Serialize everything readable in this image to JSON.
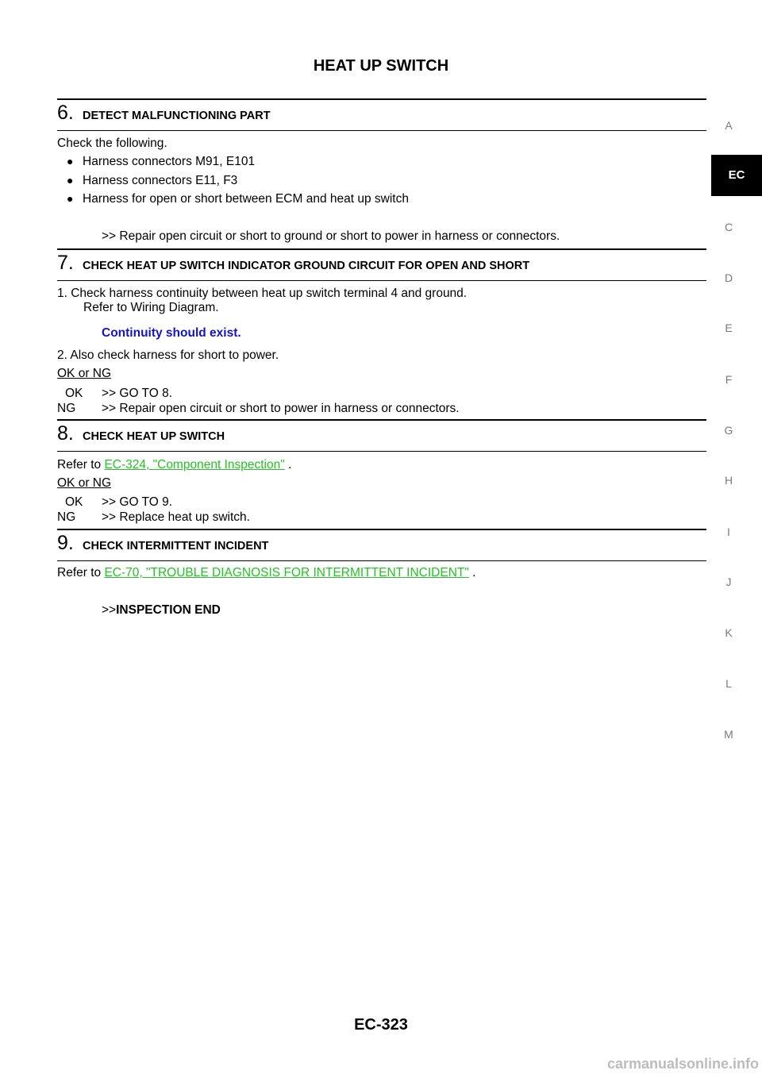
{
  "page": {
    "title": "HEAT UP SWITCH",
    "footer": "EC-323",
    "watermark": "carmanualsonline.info"
  },
  "sidebar": {
    "active": "EC",
    "letters": [
      "A",
      "C",
      "D",
      "E",
      "F",
      "G",
      "H",
      "I",
      "J",
      "K",
      "L",
      "M"
    ]
  },
  "steps": {
    "s6": {
      "num": "6.",
      "title": "DETECT MALFUNCTIONING PART",
      "intro": "Check the following.",
      "bullets": [
        "Harness connectors M91, E101",
        "Harness connectors E11, F3",
        "Harness for open or short between ECM and heat up switch"
      ],
      "action": ">> Repair open circuit or short to ground or short to power in harness or connectors."
    },
    "s7": {
      "num": "7.",
      "title": "CHECK HEAT UP SWITCH INDICATOR GROUND CIRCUIT FOR OPEN AND SHORT",
      "line1": "1.  Check harness continuity between heat up switch terminal 4 and ground.",
      "line1b": "Refer to Wiring Diagram.",
      "spec": "Continuity should exist.",
      "line2": "2.  Also check harness for short to power.",
      "oknglabel": "OK or NG",
      "ok_label": "OK",
      "ok_text": ">> GO TO 8.",
      "ng_label": "NG",
      "ng_text": ">> Repair open circuit or short to power in harness or connectors."
    },
    "s8": {
      "num": "8.",
      "title": "CHECK HEAT UP SWITCH",
      "refer_prefix": "Refer to",
      "link": "EC-324, \"Component Inspection\"",
      "refer_suffix": ".",
      "oknglabel": "OK or NG",
      "ok_label": "OK",
      "ok_text": ">> GO TO 9.",
      "ng_label": "NG",
      "ng_text": ">> Replace heat up switch."
    },
    "s9": {
      "num": "9.",
      "title": "CHECK INTERMITTENT INCIDENT",
      "refer_prefix": "Refer to",
      "link": "EC-70, \"TROUBLE DIAGNOSIS FOR INTERMITTENT INCIDENT\"",
      "refer_suffix": ".",
      "end_prefix": ">>",
      "end_text": "INSPECTION END"
    }
  }
}
